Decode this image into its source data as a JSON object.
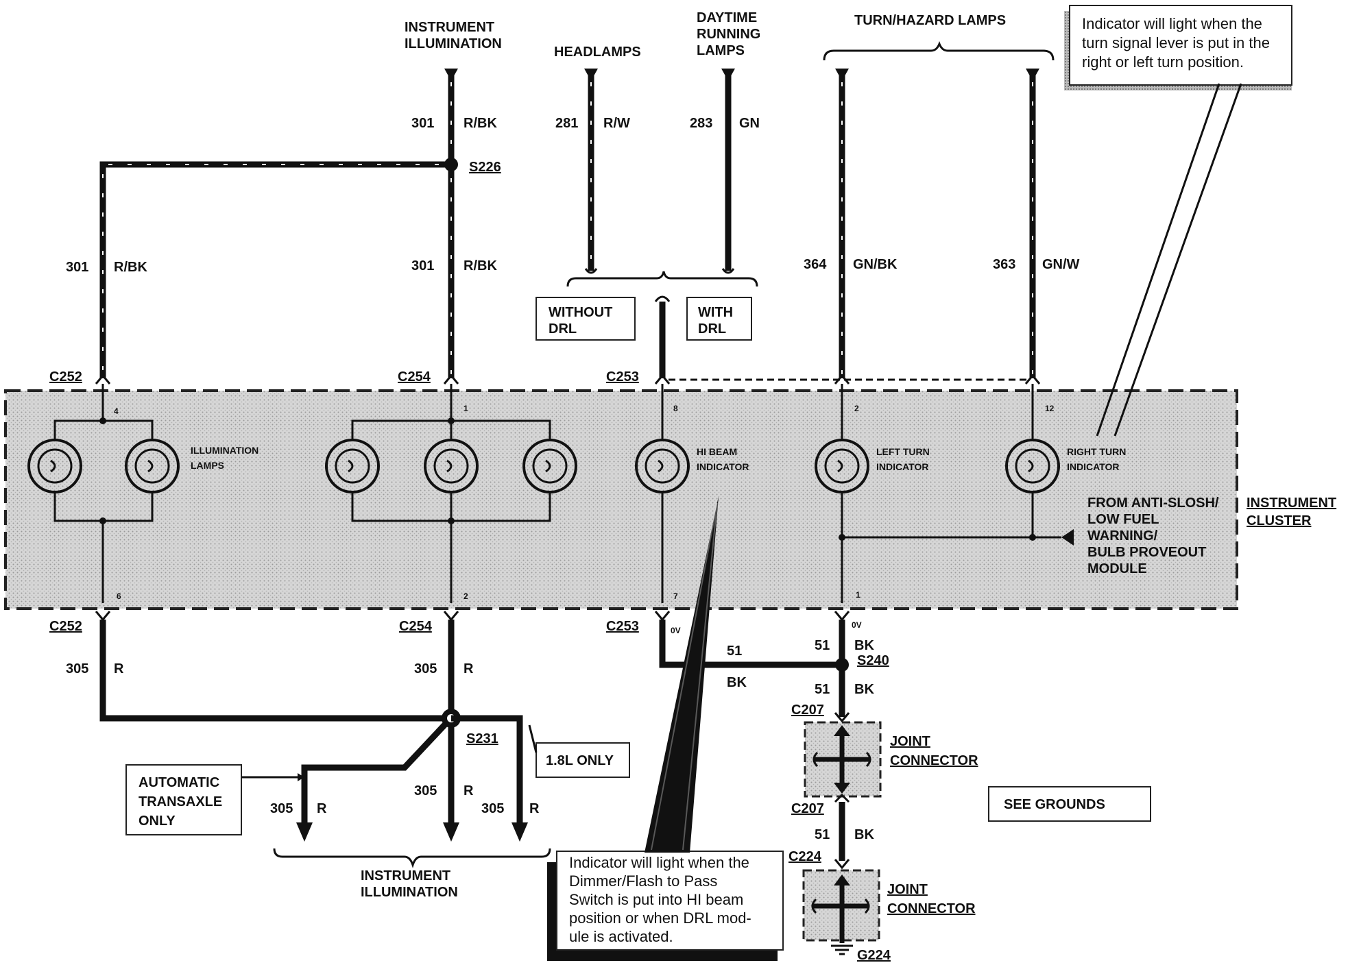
{
  "top_labels": {
    "instrument_illumination_l1": "INSTRUMENT",
    "instrument_illumination_l2": "ILLUMINATION",
    "headlamps": "HEADLAMPS",
    "drl_l1": "DAYTIME",
    "drl_l2": "RUNNING",
    "drl_l3": "LAMPS",
    "turn_hazard": "TURN/HAZARD LAMPS"
  },
  "note_top": {
    "line1": "Indicator will light when the",
    "line2": "turn signal lever is put in the",
    "line3": "right or left turn position."
  },
  "note_bottom": {
    "line1": "Indicator will light when the",
    "line2": "Dimmer/Flash   to   Pass",
    "line3": "Switch is put into HI beam",
    "line4": "position or when DRL mod-",
    "line5": "ule is activated."
  },
  "wires": {
    "w301_top_num": "301",
    "w301_top_color": "R/BK",
    "w301_left_num": "301",
    "w301_left_color": "R/BK",
    "w301_mid_num": "301",
    "w301_mid_color": "R/BK",
    "w281_num": "281",
    "w281_color": "R/W",
    "w283_num": "283",
    "w283_color": "GN",
    "w364_num": "364",
    "w364_color": "GN/BK",
    "w363_num": "363",
    "w363_color": "GN/W",
    "w305_left_num": "305",
    "w305_left_color": "R",
    "w305_mid_num": "305",
    "w305_mid_color": "R",
    "w305_auto_num": "305",
    "w305_auto_color": "R",
    "w305_center_num": "305",
    "w305_center_color": "R",
    "w305_right_num": "305",
    "w305_right_color": "R",
    "w51_left_num": "51",
    "w51_left_color": "BK",
    "w51_right_num": "51",
    "w51_right_color": "BK",
    "w51_c207_num": "51",
    "w51_c207_color": "BK",
    "w51_c224_num": "51",
    "w51_c224_color": "BK"
  },
  "splices": {
    "s226": "S226",
    "s231": "S231",
    "s240": "S240"
  },
  "connectors": {
    "c252_top": "C252",
    "c254_top": "C254",
    "c253_top": "C253",
    "c252_bot": "C252",
    "c254_bot": "C254",
    "c253_bot": "C253",
    "c207_top": "C207",
    "c207_bot": "C207",
    "c224": "C224",
    "g224": "G224"
  },
  "pins": {
    "p4": "4",
    "p1": "1",
    "p8": "8",
    "p2": "2",
    "p12": "12",
    "p6": "6",
    "p2b": "2",
    "p7": "7",
    "p1b": "1"
  },
  "voltages": {
    "v_left": "0V",
    "v_right": "0V"
  },
  "boxes": {
    "without_drl_l1": "WITHOUT",
    "without_drl_l2": "DRL",
    "with_drl_l1": "WITH",
    "with_drl_l2": "DRL",
    "auto_l1": "AUTOMATIC",
    "auto_l2": "TRANSAXLE",
    "auto_l3": "ONLY",
    "only18": "1.8L ONLY",
    "see_grounds": "SEE GROUNDS"
  },
  "cluster": {
    "name_l1": "INSTRUMENT",
    "name_l2": "CLUSTER",
    "illum_l1": "ILLUMINATION",
    "illum_l2": "LAMPS",
    "hibeam_l1": "HI BEAM",
    "hibeam_l2": "INDICATOR",
    "left_l1": "LEFT TURN",
    "left_l2": "INDICATOR",
    "right_l1": "RIGHT TURN",
    "right_l2": "INDICATOR",
    "module_l1": "FROM ANTI-SLOSH/",
    "module_l2": "LOW FUEL",
    "module_l3": "WARNING/",
    "module_l4": "BULB PROVEOUT",
    "module_l5": "MODULE"
  },
  "joint_connector_l1": "JOINT",
  "joint_connector_l2": "CONNECTOR",
  "joint_connector2_l1": "JOINT",
  "joint_connector2_l2": "CONNECTOR",
  "bottom_label_l1": "INSTRUMENT",
  "bottom_label_l2": "ILLUMINATION"
}
